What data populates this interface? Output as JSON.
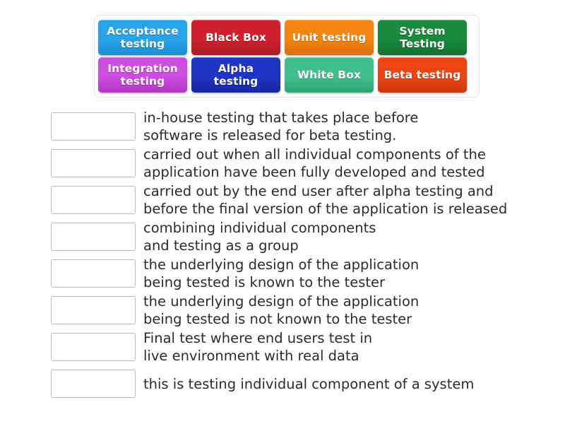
{
  "tray": {
    "rows": [
      [
        {
          "label": "Acceptance\ntesting",
          "color": "#29a3e8",
          "color_dark": "#1b8fd4",
          "name": "tile-acceptance-testing"
        },
        {
          "label": "Black Box",
          "color": "#d0202f",
          "color_dark": "#b01a27",
          "name": "tile-black-box"
        },
        {
          "label": "Unit testing",
          "color": "#f58410",
          "color_dark": "#dc6f05",
          "name": "tile-unit-testing"
        },
        {
          "label": "System\nTesting",
          "color": "#1a8a3c",
          "color_dark": "#137030",
          "name": "tile-system-testing"
        }
      ],
      [
        {
          "label": "Integration\ntesting",
          "color": "#cc4ee0",
          "color_dark": "#b236c6",
          "name": "tile-integration-testing"
        },
        {
          "label": "Alpha testing",
          "color": "#1f34c4",
          "color_dark": "#1628a3",
          "name": "tile-alpha-testing"
        },
        {
          "label": "White Box",
          "color": "#41bf8b",
          "color_dark": "#2ca372",
          "name": "tile-white-box"
        },
        {
          "label": "Beta testing",
          "color": "#ec4512",
          "color_dark": "#cd360a",
          "name": "tile-beta-testing"
        }
      ]
    ]
  },
  "answers": [
    {
      "description": "in-house testing that takes place before\nsoftware is released for beta testing.",
      "value": ""
    },
    {
      "description": "carried out when all individual components of the\napplication have been fully developed and tested",
      "value": ""
    },
    {
      "description": "carried out by the end user after alpha testing and\nbefore the final version of the application is released",
      "value": ""
    },
    {
      "description": "combining individual components\nand testing as a group",
      "value": ""
    },
    {
      "description": "the underlying design of the application\nbeing tested is known to the tester",
      "value": ""
    },
    {
      "description": "the underlying design of the application\nbeing tested is not known to the tester",
      "value": ""
    },
    {
      "description": "Final test where end users test in\nlive environment with real data",
      "value": ""
    },
    {
      "description": "this is testing individual component of a system",
      "value": ""
    }
  ],
  "colors": {
    "page_background": "#ffffff",
    "tray_border": "#e2e2e2",
    "dropbox_border": "#b9b9b9",
    "description_text": "#2b2b2b",
    "tile_text": "#ffffff"
  }
}
